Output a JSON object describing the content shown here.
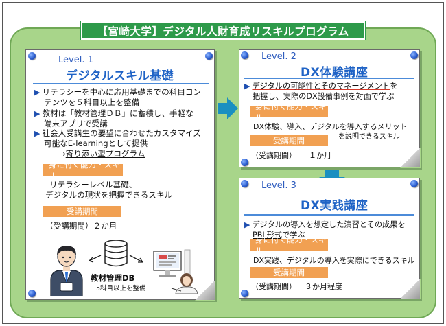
{
  "title": "【宮崎大学】デジタル人財育成リスキルプログラム",
  "colors": {
    "panel": "#a8d58a",
    "title_bg": "#2e9a4a",
    "accent_blue": "#1f63c6",
    "orange": "#f1a052",
    "arrow": "#1a8fc1"
  },
  "level1": {
    "level": "Level. 1",
    "title": "デジタルスキル基礎",
    "bullets": [
      {
        "line1": "リテラシーを中心に応用基礎までの科目コン",
        "line2_pre": "テンツを",
        "line2_u": "５科目以上",
        "line2_post": "を整備"
      },
      {
        "line1": "教材は「教材管理ＤＢ」に蓄積し、手軽な",
        "line2": "端末アプリで受講"
      },
      {
        "line1": "社会人受講生の要望に合わせたカスタマイズ",
        "line2": "可能なE-learningとして提供",
        "line3_pre": "→",
        "line3_u": "寄り添い型プログラム"
      }
    ],
    "skill_label": "身に付く能力・スキル",
    "skill_line1": "リテラシーレベル基礎、",
    "skill_line2": "デジタルの現状を把握できるスキル",
    "period_label": "受講期間",
    "period_text": "（受講期間）２か月",
    "db_label": "教材管理DB",
    "db_sub": "5科目以上を整備"
  },
  "level2": {
    "level": "Level. 2",
    "title": "DX体験講座",
    "bullet_line1_u": "デジタルの可能性とそのマネージメント",
    "bullet_line1_post": "を",
    "bullet_line2_pre": "把握し、",
    "bullet_line2_u": "実際のDX設備事例",
    "bullet_line2_post": "を対面で学ぶ",
    "skill_label": "身に付く能力・スキル",
    "skill_line1": "DX体験、導入、デジタルを導入するメリット",
    "skill_line2": "を説明できるスキル",
    "period_label": "受講期間",
    "period_prefix": "（受講期間）",
    "period_value": "１か月"
  },
  "level3": {
    "level": "Level. 3",
    "title": "DX実践講座",
    "bullet_line1": "デジタルの導入を想定した演習とその成果を",
    "bullet_line2_u": "PBL形式",
    "bullet_line2_post": "で学ぶ",
    "skill_label": "身に付く能力・スキル",
    "skill_line1": "DX実践、デジタルの導入を実際にできるスキル",
    "period_label": "受講期間",
    "period_prefix": "（受講期間）",
    "period_value": "３か月程度"
  }
}
